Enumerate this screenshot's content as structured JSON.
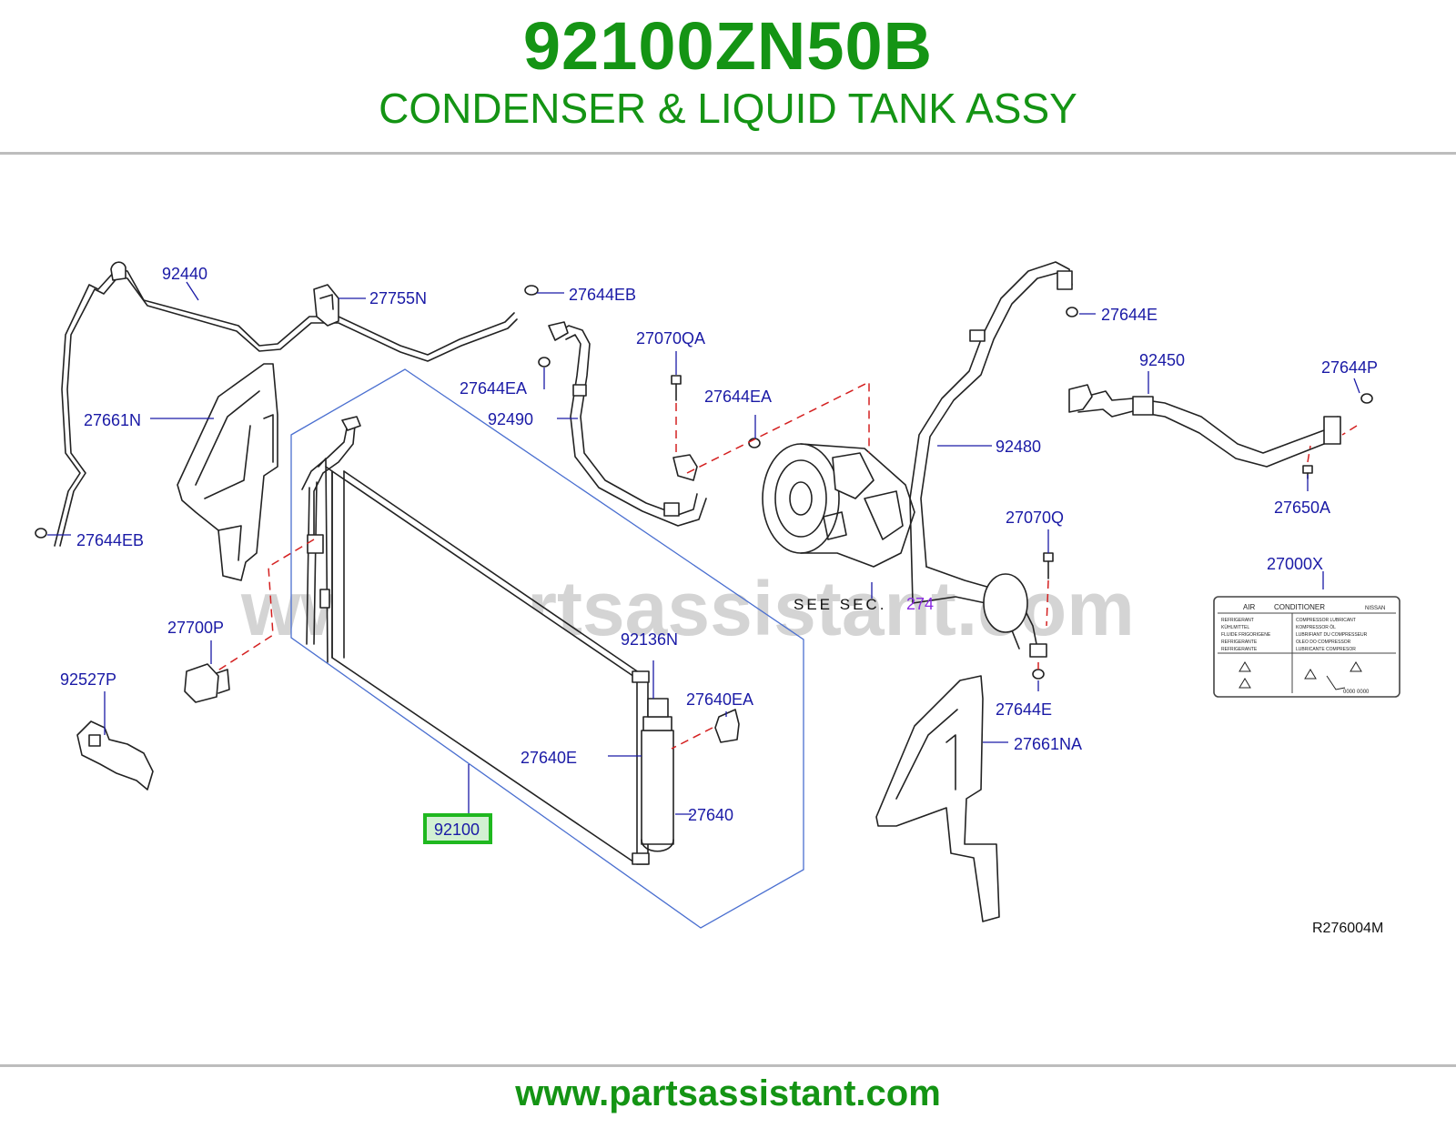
{
  "header": {
    "part_number": "92100ZN50B",
    "part_name": "CONDENSER & LIQUID TANK ASSY"
  },
  "diagram": {
    "watermark": "www.partsassistant.com",
    "figure_code": "R276004M",
    "see_sec_text": "SEE SEC.",
    "see_sec_number": "274",
    "highlighted_part": "92100",
    "highlight_color": "#1fb81f",
    "callout_color": "#1a1aa6",
    "callouts": {
      "c92440": "92440",
      "c27755N": "27755N",
      "c27644EB_top": "27644EB",
      "c27070QA": "27070QA",
      "c27644EA_left": "27644EA",
      "c27644EA_right": "27644EA",
      "c92490": "92490",
      "c27661N": "27661N",
      "c27644EB_bottom": "27644EB",
      "c27700P": "27700P",
      "c92527P": "92527P",
      "c92136N": "92136N",
      "c27640EA": "27640EA",
      "c27640E": "27640E",
      "c27640": "27640",
      "c92100": "92100",
      "c27644E_top": "27644E",
      "c92450": "92450",
      "c27644P": "27644P",
      "c92480": "92480",
      "c27650A": "27650A",
      "c27070Q": "27070Q",
      "c27000X": "27000X",
      "c27644E_bottom": "27644E",
      "c27661NA": "27661NA"
    },
    "label_plate": {
      "title_left": "AIR",
      "title_mid": "CONDITIONER",
      "title_right": "NISSAN",
      "left_col": [
        "REFRIGERANT",
        "KÜHLMITTEL",
        "FLUIDE FRIGORIGENE",
        "REFRIGERANTE",
        "REFRIGERANTE"
      ],
      "right_col": [
        "COMPRESSOR LUBRICANT",
        "KOMPRESSOR ÖL",
        "LUBRIFIANT DU COMPRESSEUR",
        "OLEO DO COMPRESSOR",
        "LUBRICANTE COMPRESOR"
      ],
      "code": "0000 0000"
    }
  },
  "footer": {
    "url": "www.partsassistant.com"
  }
}
